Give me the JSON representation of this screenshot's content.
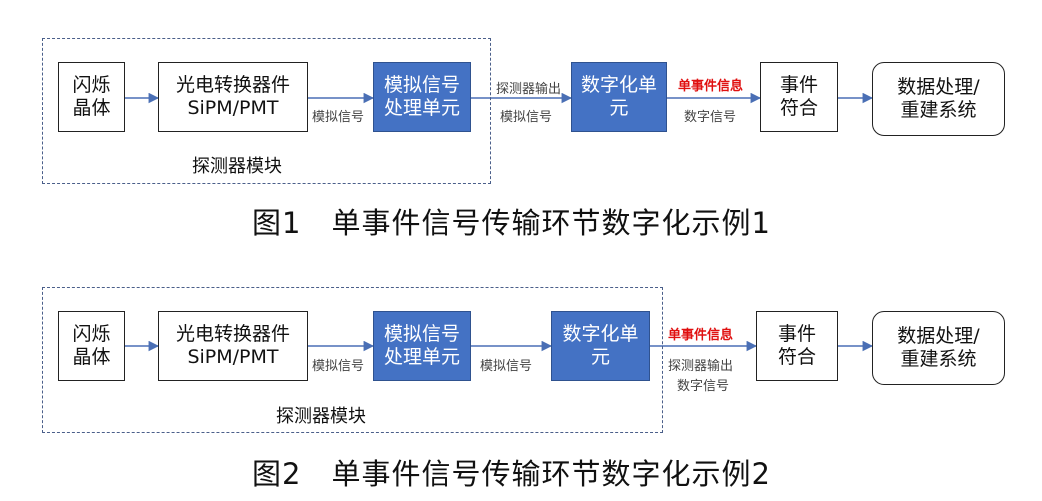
{
  "figure1": {
    "module_label": "探测器模块",
    "scintillator": [
      "闪烁",
      "晶体"
    ],
    "converter": [
      "光电转换器件",
      "SiPM/PMT"
    ],
    "analog_unit": [
      "模拟信号",
      "处理单元"
    ],
    "digitizer": [
      "数字化单",
      "元"
    ],
    "coincidence": [
      "事件",
      "符合"
    ],
    "processing": [
      "数据处理/",
      "重建系统"
    ],
    "edge_analog_1": "模拟信号",
    "edge_output_top": "探测器输出",
    "edge_output_bottom": "模拟信号",
    "edge_event_top": "单事件信息",
    "edge_event_bottom": "数字信号",
    "caption": "图1　单事件信号传输环节数字化示例1"
  },
  "figure2": {
    "module_label": "探测器模块",
    "scintillator": [
      "闪烁",
      "晶体"
    ],
    "converter": [
      "光电转换器件",
      "SiPM/PMT"
    ],
    "analog_unit": [
      "模拟信号",
      "处理单元"
    ],
    "digitizer": [
      "数字化单",
      "元"
    ],
    "coincidence": [
      "事件",
      "符合"
    ],
    "processing": [
      "数据处理/",
      "重建系统"
    ],
    "edge_analog_1": "模拟信号",
    "edge_analog_2": "模拟信号",
    "edge_event_top": "单事件信息",
    "edge_output_top": "探测器输出",
    "edge_output_bottom": "数字信号",
    "caption": "图2　单事件信号传输环节数字化示例2"
  },
  "colors": {
    "accent_blue": "#4472c4",
    "arrow": "#4a6fb5",
    "highlight_red": "#e01010",
    "dashed_border": "#4a5f8a"
  }
}
